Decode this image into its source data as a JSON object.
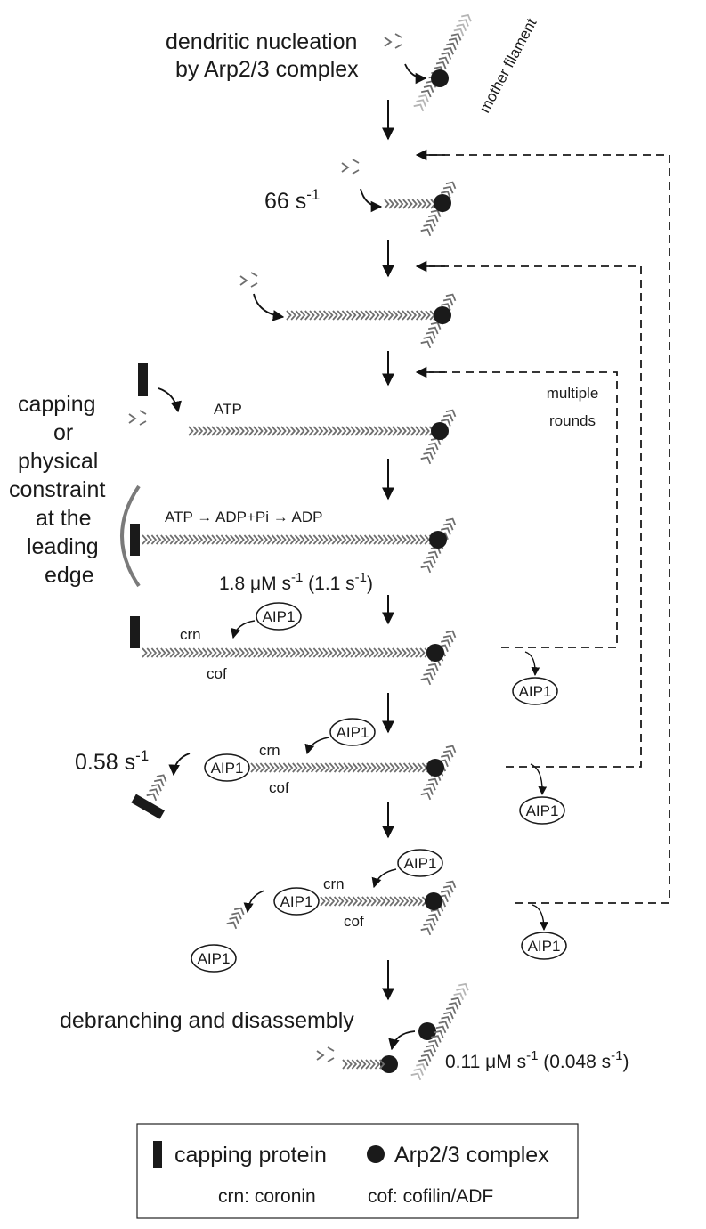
{
  "labels": {
    "nucleation_line1": "dendritic nucleation",
    "nucleation_line2": "by Arp2/3 complex",
    "mother_filament": "mother filament",
    "rate_elongation": "66 s",
    "rate_elongation_exp": "-1",
    "capping_line1": "capping",
    "capping_line2": "or",
    "capping_line3": "physical",
    "capping_line4": "constraint",
    "capping_line5": "at the",
    "capping_line6": "leading",
    "capping_line7": "edge",
    "atp": "ATP",
    "hydrolysis": "ATP → ADP+Pi → ADP",
    "rate_hydrolysis_a": "1.8 μM s",
    "rate_hydrolysis_a_exp": "-1",
    "rate_hydrolysis_b": " (1.1 s",
    "rate_hydrolysis_b_exp": "-1",
    "rate_hydrolysis_b_close": ")",
    "multiple_line1": "multiple",
    "multiple_line2": "rounds",
    "crn": "crn",
    "cof": "cof",
    "aip1": "AIP1",
    "rate_sever": "0.58 s",
    "rate_sever_exp": "-1",
    "debranching": "debranching and disassembly",
    "rate_debranch_a": "0.11 μM s",
    "rate_debranch_a_exp": "-1",
    "rate_debranch_b": " (0.048 s",
    "rate_debranch_b_exp": "-1",
    "rate_debranch_b_close": ")"
  },
  "legend": {
    "capping_protein": "capping protein",
    "arp23": "Arp2/3 complex",
    "crn_def": "crn: coronin",
    "cof_def": "cof: cofilin/ADF"
  },
  "colors": {
    "filament": "#6e6e6e",
    "mother_light": "#b5b5b5",
    "ink": "#1a1a1a"
  }
}
